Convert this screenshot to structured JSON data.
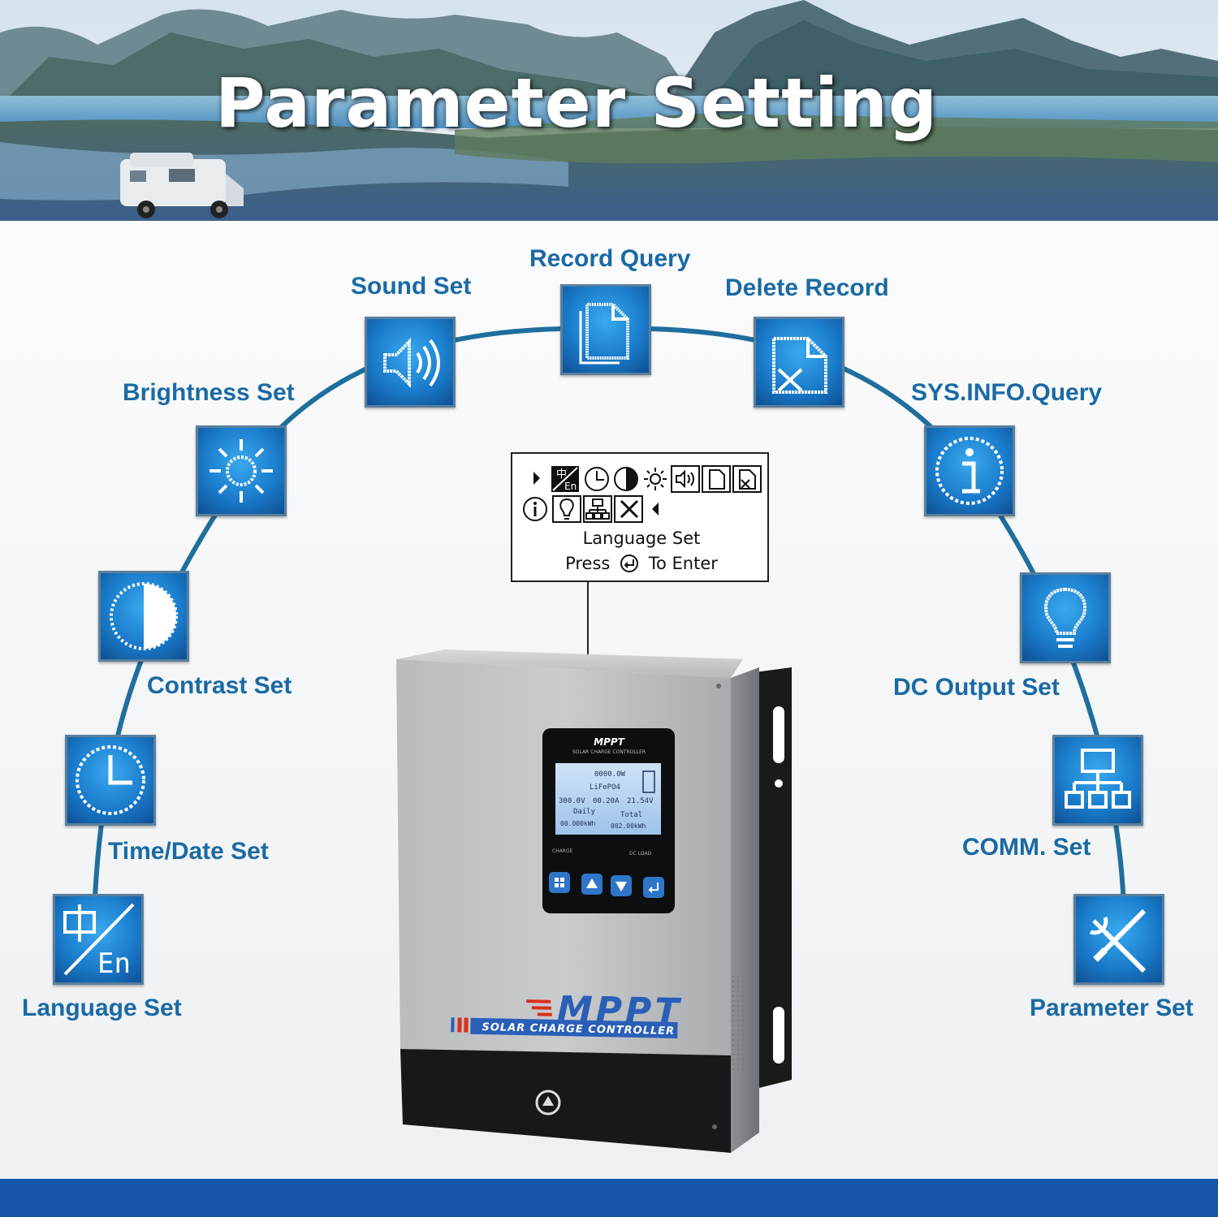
{
  "banner": {
    "title": "Parameter Setting"
  },
  "menu": {
    "record_query": "Record Query",
    "sound_set": "Sound Set",
    "delete_record": "Delete Record",
    "brightness_set": "Brightness Set",
    "sys_info_query": "SYS.INFO.Query",
    "contrast_set": "Contrast Set",
    "dc_output_set": "DC Output Set",
    "time_date_set": "Time/Date Set",
    "comm_set": "COMM. Set",
    "language_set": "Language Set",
    "parameter_set": "Parameter Set"
  },
  "lcd_popup": {
    "menu_label": "Language Set",
    "press": "Press",
    "to_enter": "To Enter",
    "lang_icon_text": "En"
  },
  "device": {
    "brand": "MPPT",
    "subtitle": "SOLAR CHARGE CONTROLLER",
    "panel_brand": "MPPT",
    "panel_subtitle": "SOLAR CHARGE CONTROLLER",
    "screen": {
      "row1": "0000.0W",
      "row2": "LiFePO4",
      "row3a": "300.0V",
      "row3b": "00.20A",
      "row3c": "21.54V",
      "row4a": "Daily",
      "row4b": "Total",
      "row5a": "00.000kWh",
      "row5b": "002.00kWh"
    },
    "label_left": "CHARGE",
    "label_right": "DC LOAD"
  },
  "icons": {
    "record_query": "document-icon",
    "sound_set": "speaker-icon",
    "delete_record": "delete-document-icon",
    "brightness_set": "sun-icon",
    "sys_info_query": "info-icon",
    "contrast_set": "contrast-icon",
    "dc_output_set": "bulb-icon",
    "time_date_set": "clock-icon",
    "comm_set": "network-icon",
    "language_set": "language-icon",
    "parameter_set": "tools-icon"
  },
  "colors": {
    "label": "#1a6aa4",
    "tile": "#1a7ccb",
    "arc": "#1f6f9e",
    "bottom_bar": "#1555a8",
    "device_accent": "#2a5fb8",
    "device_red": "#d8301c"
  }
}
